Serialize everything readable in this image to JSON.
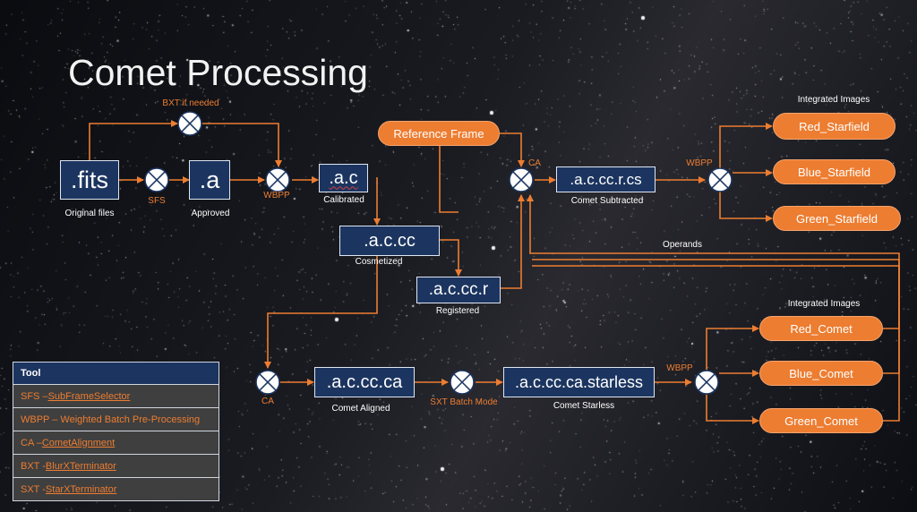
{
  "title": "Comet Processing",
  "boxes": {
    "fits": ".fits",
    "a": ".a",
    "ac": ".a.c",
    "accc": ".a.c.cc",
    "acccr": ".a.c.cc.r",
    "acccrcs": ".a.c.cc.r.cs",
    "acccca": ".a.c.cc.ca",
    "accccastarless": ".a.c.cc.ca.starless"
  },
  "captions": {
    "original_files": "Original files",
    "approved": "Approved",
    "calibrated": "Calibrated",
    "cosmetized": "Cosmetized",
    "registered": "Registered",
    "comet_subtracted": "Comet Subtracted",
    "comet_aligned": "Comet Aligned",
    "comet_starless": "Comet Starless",
    "operands": "Operands",
    "integrated_top": "Integrated Images",
    "integrated_bottom": "Integrated Images"
  },
  "operation_labels": {
    "bxt_if_needed": "BXT if needed",
    "sfs": "SFS",
    "wbpp_1": "WBPP",
    "ca_top": "CA",
    "wbpp_top": "WBPP",
    "ca_bottom": "CA",
    "sxt_batch": "SXT Batch Mode",
    "wbpp_bottom": "WBPP"
  },
  "pills": {
    "reference_frame": "Reference Frame",
    "red_starfield": "Red_Starfield",
    "blue_starfield": "Blue_Starfield",
    "green_starfield": "Green_Starfield",
    "red_comet": "Red_Comet",
    "blue_comet": "Blue_Comet",
    "green_comet": "Green_Comet"
  },
  "legend": {
    "header": "Tool",
    "rows": [
      {
        "abbr": "SFS – ",
        "name": "SubFrameSelector"
      },
      {
        "abbr": "WBPP – Weighted Batch Pre-Processing",
        "name": ""
      },
      {
        "abbr": "CA – ",
        "name": "CometAlignment"
      },
      {
        "abbr": "BXT - ",
        "name": "BlurXTerminator"
      },
      {
        "abbr": "SXT - ",
        "name": "StarXTerminator"
      }
    ]
  },
  "colors": {
    "accent": "#ed7d31",
    "box_fill": "#1c3560",
    "background": "#0b0d12"
  },
  "icons": {
    "operation": "circle-x-icon",
    "arrow": "arrow-head-icon"
  }
}
